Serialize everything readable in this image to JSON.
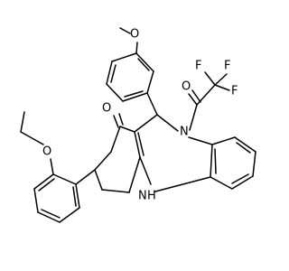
{
  "structure": {
    "atoms": {
      "carbonyl_oxygen": "O",
      "methoxy_oxygen": "O",
      "ethoxy_oxygen": "O",
      "amide_oxygen": "O",
      "ring_nitrogen": "N",
      "amine": "N",
      "amine_hydrogen": "H",
      "fluorine_top_left": "F",
      "fluorine_top_right": "F",
      "fluorine_right": "F"
    }
  }
}
